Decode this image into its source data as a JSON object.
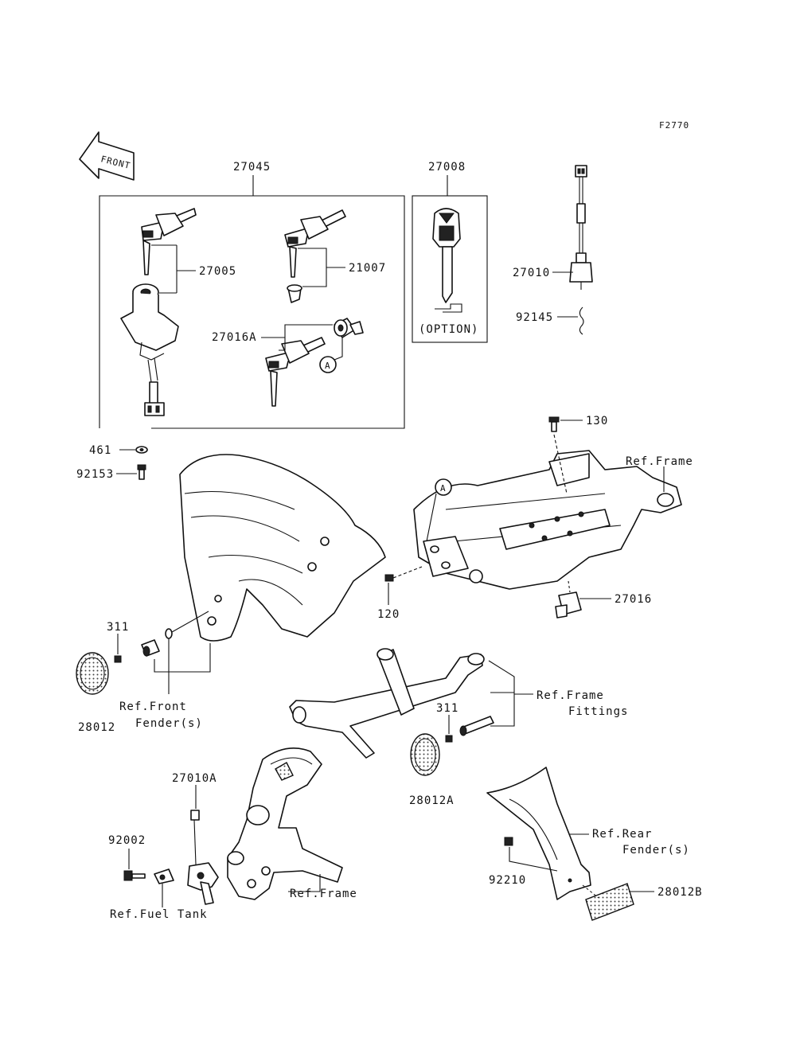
{
  "figure_code": "F2770",
  "front_arrow": "FRONT",
  "labels": {
    "p27045": "27045",
    "p27008": "27008",
    "p27005": "27005",
    "p21007": "21007",
    "p27016A": "27016A",
    "callout_a": "A",
    "option": "(OPTION)",
    "p27010": "27010",
    "p92145": "92145",
    "p461": "461",
    "p92153": "92153",
    "p130": "130",
    "ref_frame_top": "Ref.Frame",
    "p120": "120",
    "p27016": "27016",
    "p311_left": "311",
    "p28012": "28012",
    "ref_front_fender_1": "Ref.Front",
    "ref_front_fender_2": "Fender(s)",
    "ref_frame_fittings_1": "Ref.Frame",
    "ref_frame_fittings_2": "Fittings",
    "p311_right": "311",
    "p28012A": "28012A",
    "p27010A": "27010A",
    "p92002": "92002",
    "ref_fuel_tank": "Ref.Fuel Tank",
    "ref_frame_bottom": "Ref.Frame",
    "ref_rear_fender_1": "Ref.Rear",
    "ref_rear_fender_2": "Fender(s)",
    "p92210": "92210",
    "p28012B": "28012B"
  }
}
